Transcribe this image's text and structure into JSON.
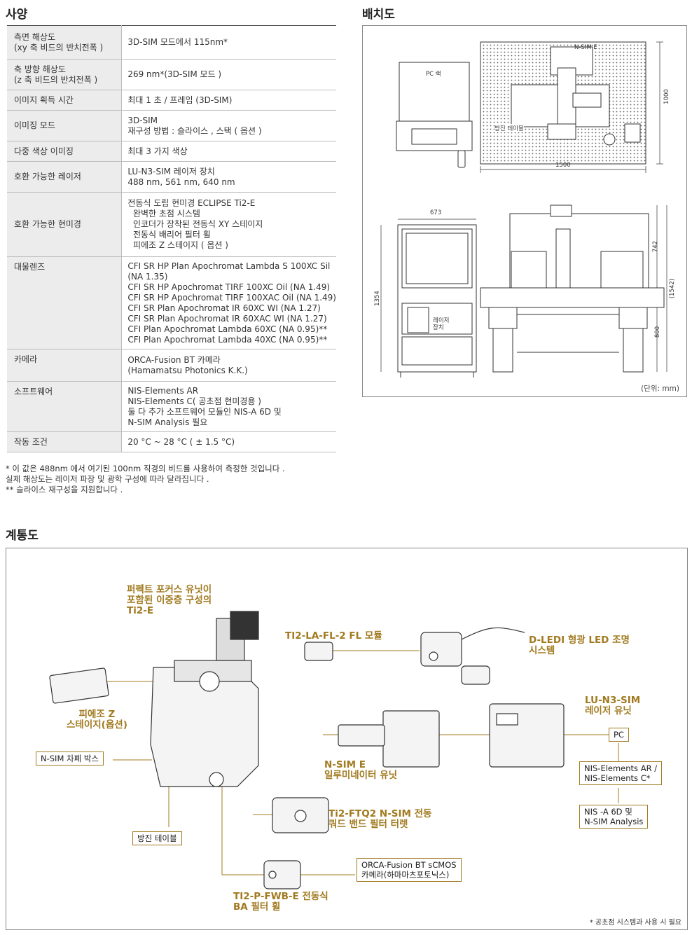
{
  "spec": {
    "title": "사양",
    "rows": [
      {
        "key": [
          "측면 해상도",
          "(xy 축 비드의 반치전폭 )"
        ],
        "value": [
          "3D-SIM 모드에서 115nm*"
        ]
      },
      {
        "key": [
          "축 방향 해상도",
          "(z 축 비드의 반치전폭 )"
        ],
        "value": [
          "269 nm*(3D-SIM 모드 )"
        ]
      },
      {
        "key": [
          "이미지 획득 시간"
        ],
        "value": [
          "최대 1 초 / 프레임 (3D-SIM)"
        ]
      },
      {
        "key": [
          "이미징 모드"
        ],
        "value": [
          "3D-SIM",
          "재구성 방법 : 슬라이스 , 스택 ( 옵션 )"
        ]
      },
      {
        "key": [
          "다중 색상 이미징"
        ],
        "value": [
          "최대 3 가지 색상"
        ]
      },
      {
        "key": [
          "호환 가능한 레이저"
        ],
        "value": [
          "LU-N3-SIM 레이저 장치",
          "488 nm, 561 nm, 640 nm"
        ]
      },
      {
        "key": [
          "호환 가능한 현미경"
        ],
        "value": [
          "전동식 도립 현미경 ECLIPSE Ti2-E",
          "  완벽한 초점 시스템",
          "  인코더가 장착된 전동식 XY 스테이지",
          "  전동식 배리어 필터 휠",
          "  피에조 Z 스테이지 ( 옵션 )"
        ]
      },
      {
        "key": [
          "대물렌즈"
        ],
        "value": [
          "CFI SR HP Plan Apochromat Lambda S 100XC Sil",
          "(NA 1.35)",
          "CFI SR HP Apochromat TIRF 100XC Oil (NA 1.49)",
          "CFI SR HP Apochromat TIRF 100XAC Oil (NA 1.49)",
          "CFI SR Plan Apochromat IR 60XC WI (NA 1.27)",
          "CFI SR Plan Apochromat IR 60XAC WI (NA 1.27)",
          "CFI Plan Apochromat Lambda 60XC (NA 0.95)**",
          "CFI Plan Apochromat Lambda 40XC (NA 0.95)**"
        ]
      },
      {
        "key": [
          "카메라"
        ],
        "value": [
          "ORCA-Fusion BT 카메라",
          "(Hamamatsu Photonics K.K.)"
        ]
      },
      {
        "key": [
          "소프트웨어"
        ],
        "value": [
          "NIS-Elements AR",
          "NIS-Elements C( 공초점 현미경용 )",
          "둘 다 추가 소프트웨어 모듈인 NIS-A 6D 및",
          "N-SIM Analysis 필요"
        ]
      },
      {
        "key": [
          "작동 조건"
        ],
        "value": [
          "20 °C ~ 28 °C ( ± 1.5 °C)"
        ]
      }
    ],
    "notes": [
      "* 이 값은 488nm 에서 여기된 100nm 직경의 비드를 사용하여 측정한 것입니다 .",
      "  실제 해상도는 레이저 파장 및 광학 구성에 따라 달라집니다 .",
      "** 슬라이스 재구성을 지원합니다 ."
    ]
  },
  "layout": {
    "title": "배치도",
    "labels": {
      "pc_rack": "PC 랙",
      "nsim_e": "N-SIM E",
      "anti_vib_table": "방진 테이블",
      "laser_unit_1": "레이저",
      "laser_unit_2": "장치"
    },
    "dims": {
      "d1500": "1500",
      "d1000": "1000",
      "d673": "673",
      "d1354": "1354",
      "d742": "742",
      "d1542": "(1542)",
      "d800": "800"
    },
    "unit": "(단위: mm)"
  },
  "system": {
    "title": "계통도",
    "labels": {
      "ti2e": [
        "퍼펙트 포커스 유닛이",
        "포함된 이중층 구성의",
        "Ti2-E"
      ],
      "fl_module": "TI2-LA-FL-2 FL 모듈",
      "dledi": [
        "D-LEDI 형광 LED 조명",
        "시스템"
      ],
      "piezo": [
        "피에조 Z",
        "스테이지(옵션)"
      ],
      "lu_n3": [
        "LU-N3-SIM",
        "레이저 유닛"
      ],
      "nsim_e": [
        "N-SIM E",
        "일루미네이터 유닛"
      ],
      "ftq2": [
        "Ti2-FTQ2 N-SIM 전동",
        "쿼드 밴드 필터 터렛"
      ],
      "fwb": [
        "TI2-P-FWB-E 전동식",
        "BA 필터 휠"
      ]
    },
    "tags": {
      "shading_box": "N-SIM 차폐 박스",
      "anti_vib": "방진 테이블",
      "pc": "PC",
      "nis_ar": [
        "NIS-Elements AR /",
        "NIS-Elements C*"
      ],
      "nis_a6d": [
        "NIS -A 6D 및",
        "N-SIM Analysis"
      ],
      "orca": [
        "ORCA-Fusion BT sCMOS",
        "카메라(하마마츠포토닉스)"
      ]
    },
    "footnote": "* 공초점 시스템과 사용 시 필요",
    "colors": {
      "accent": "#a17a1f"
    }
  }
}
